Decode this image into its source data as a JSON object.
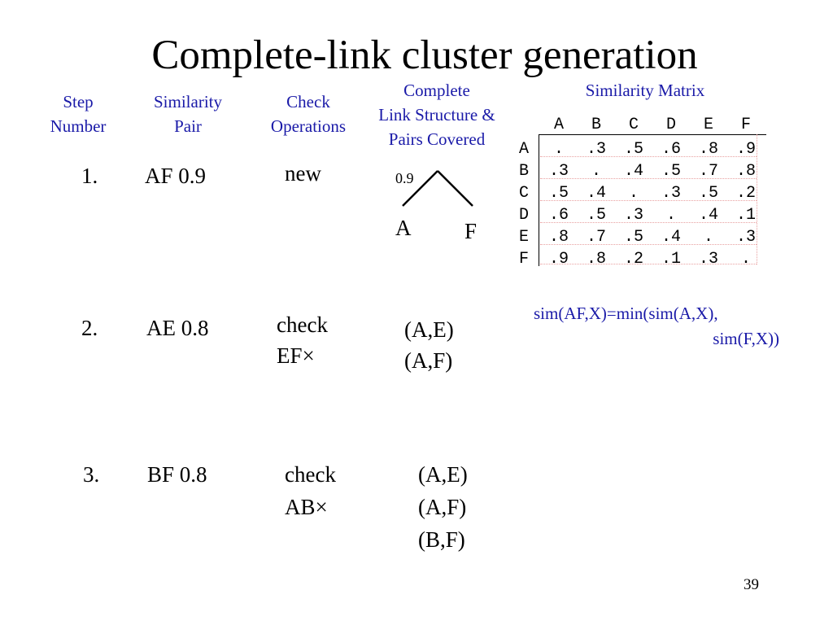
{
  "title": "Complete-link cluster generation",
  "headers": {
    "step_number": [
      "Step",
      "Number"
    ],
    "similarity_pair": [
      "Similarity",
      "Pair"
    ],
    "check_operations": [
      "Check",
      "Operations"
    ],
    "link_structure": [
      "Complete",
      "Link Structure &",
      "Pairs Covered"
    ],
    "similarity_matrix": "Similarity Matrix"
  },
  "steps": [
    {
      "number": "1.",
      "pair": "AF 0.9",
      "check": [
        "new"
      ],
      "covered": []
    },
    {
      "number": "2.",
      "pair": "AE 0.8",
      "check": [
        "check",
        "EF×"
      ],
      "covered": [
        "(A,E)",
        "(A,F)"
      ]
    },
    {
      "number": "3.",
      "pair": "BF 0.8",
      "check": [
        "check",
        "AB×"
      ],
      "covered": [
        "(A,E)",
        "(A,F)",
        "(B,F)"
      ]
    }
  ],
  "tree": {
    "weight": "0.9",
    "left": "A",
    "right": "F"
  },
  "matrix": {
    "columns": [
      "A",
      "B",
      "C",
      "D",
      "E",
      "F"
    ],
    "rows": [
      {
        "label": "A",
        "values": [
          ".",
          ".3",
          ".5",
          ".6",
          ".8",
          ".9"
        ]
      },
      {
        "label": "B",
        "values": [
          ".3",
          ".",
          ".4",
          ".5",
          ".7",
          ".8"
        ]
      },
      {
        "label": "C",
        "values": [
          ".5",
          ".4",
          ".",
          ".3",
          ".5",
          ".2"
        ]
      },
      {
        "label": "D",
        "values": [
          ".6",
          ".5",
          ".3",
          ".",
          ".4",
          ".1"
        ]
      },
      {
        "label": "E",
        "values": [
          ".8",
          ".7",
          ".5",
          ".4",
          ".",
          ".3"
        ]
      },
      {
        "label": "F",
        "values": [
          ".9",
          ".8",
          ".2",
          ".1",
          ".3",
          "."
        ]
      }
    ]
  },
  "formula": [
    "sim(AF,X)=min(sim(A,X),",
    "sim(F,X))"
  ],
  "page_number": "39",
  "colors": {
    "header_blue": "#1a1aa8",
    "text": "#000000",
    "grid_dots": "#e8a0a0"
  }
}
